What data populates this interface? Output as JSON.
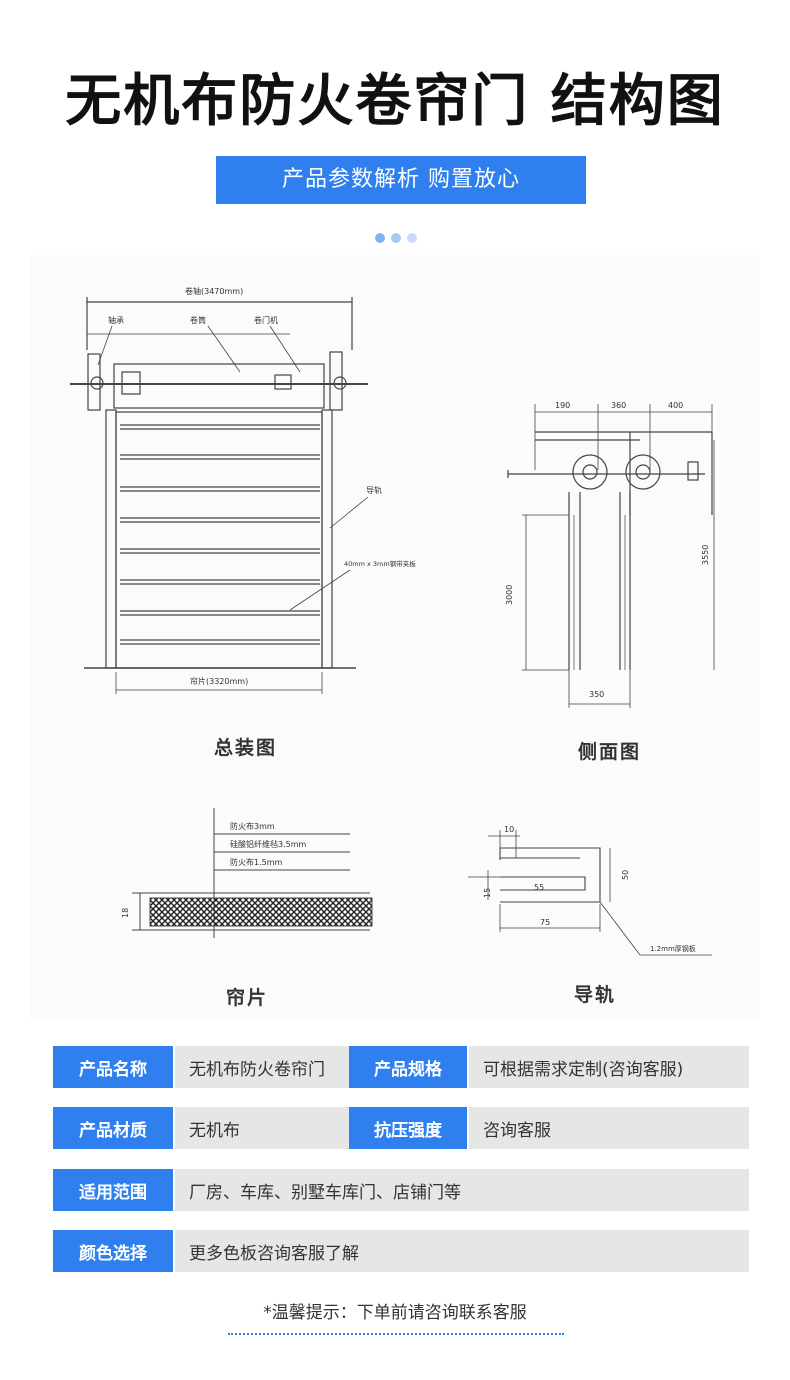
{
  "header": {
    "title": "无机布防火卷帘门 结构图",
    "subtitle": "产品参数解析 购置放心",
    "dot_colors": [
      "#7fb2f2",
      "#a9c9f5",
      "#c8dcf8"
    ]
  },
  "drawings": {
    "assembly": {
      "caption": "总装图",
      "top_dim": "卷轴(3470mm)",
      "bearing": "轴承",
      "drum": "卷筒",
      "motor": "卷门机",
      "guide": "导轨",
      "plate": "40mm x 3mm钢带夹板",
      "bottom_dim": "帘片(3320mm)"
    },
    "side": {
      "caption": "侧面图",
      "d190": "190",
      "d360": "360",
      "d400": "400",
      "d3000": "3000",
      "d3550": "3550",
      "d350": "350"
    },
    "curtain": {
      "caption": "帘片",
      "layer1": "防火布3mm",
      "layer2": "硅酸铝纤维毡3.5mm",
      "layer3": "防火布1.5mm",
      "thickness": "18"
    },
    "rail": {
      "caption": "导轨",
      "d10": "10",
      "d50": "50",
      "d15": "15",
      "d55": "55",
      "d75": "75",
      "plate": "1.2mm厚钢板"
    }
  },
  "specs": {
    "row1": {
      "label1": "产品名称",
      "value1": "无机布防火卷帘门",
      "label2": "产品规格",
      "value2": "可根据需求定制(咨询客服)"
    },
    "row2": {
      "label1": "产品材质",
      "value1": "无机布",
      "label2": "抗压强度",
      "value2": "咨询客服"
    },
    "row3": {
      "label": "适用范围",
      "value": "厂房、车库、别墅车库门、店铺门等"
    },
    "row4": {
      "label": "颜色选择",
      "value": "更多色板咨询客服了解"
    }
  },
  "footer": {
    "tip": "*温馨提示：下单前请咨询联系客服"
  },
  "colors": {
    "accent": "#2f80ee",
    "value_bg": "#e6e6e6"
  }
}
